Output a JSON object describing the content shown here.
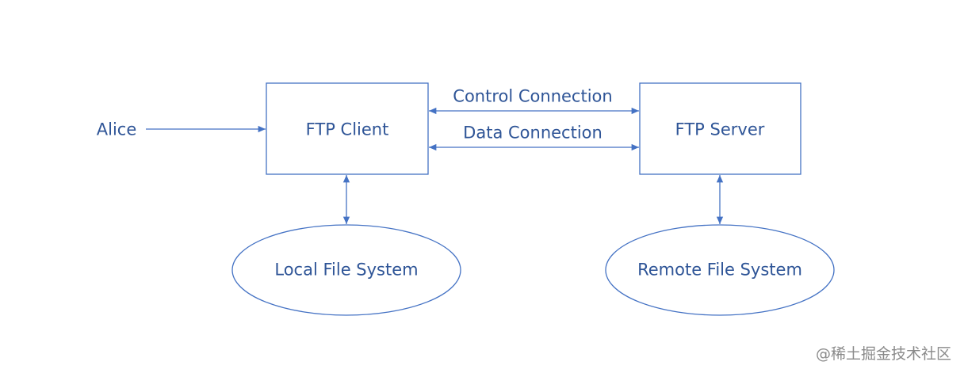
{
  "colors": {
    "stroke": "#4472c4",
    "text": "#2f5597",
    "watermark": "#8a8a8a"
  },
  "nodes": {
    "alice": "Alice",
    "ftp_client": "FTP Client",
    "ftp_server": "FTP Server",
    "local_fs": "Local File System",
    "remote_fs": "Remote File System"
  },
  "edges": {
    "control": "Control Connection",
    "data": "Data Connection"
  },
  "watermark": "@稀土掘金技术社区"
}
